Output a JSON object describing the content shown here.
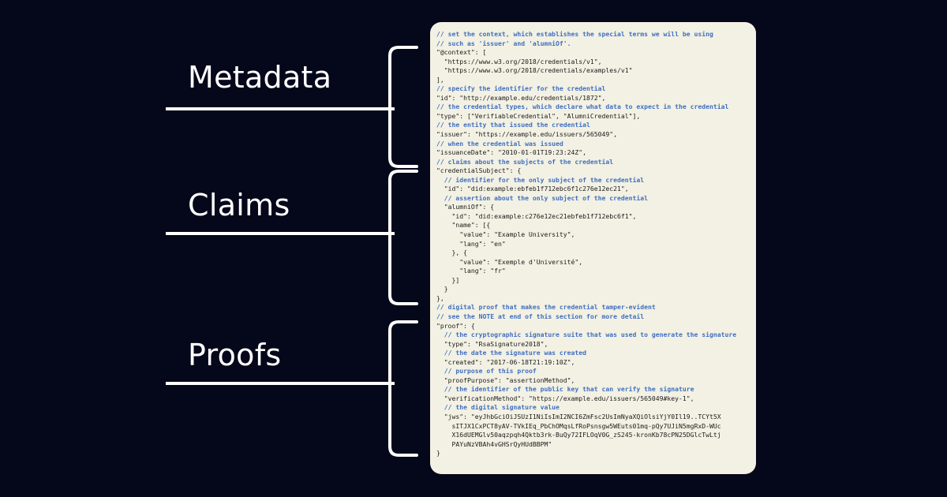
{
  "sections": {
    "metadata_label": "Metadata",
    "claims_label": "Claims",
    "proofs_label": "Proofs"
  },
  "colors": {
    "background": "#05071a",
    "label": "#ffffff",
    "card": "#f3f1e3",
    "comment": "#3f6fc0",
    "code": "#1b1b1b"
  },
  "code_lines": [
    {
      "type": "comment",
      "text": "// set the context, which establishes the special terms we will be using"
    },
    {
      "type": "comment",
      "text": "// such as 'issuer' and 'alumniOf'."
    },
    {
      "type": "code",
      "text": "\"@context\": ["
    },
    {
      "type": "code",
      "text": "  \"https://www.w3.org/2018/credentials/v1\","
    },
    {
      "type": "code",
      "text": "  \"https://www.w3.org/2018/credentials/examples/v1\""
    },
    {
      "type": "code",
      "text": "],"
    },
    {
      "type": "comment",
      "text": "// specify the identifier for the credential"
    },
    {
      "type": "code",
      "text": "\"id\": \"http://example.edu/credentials/1872\","
    },
    {
      "type": "comment",
      "text": "// the credential types, which declare what data to expect in the credential"
    },
    {
      "type": "code",
      "text": "\"type\": [\"VerifiableCredential\", \"AlumniCredential\"],"
    },
    {
      "type": "comment",
      "text": "// the entity that issued the credential"
    },
    {
      "type": "code",
      "text": "\"issuer\": \"https://example.edu/issuers/565049\","
    },
    {
      "type": "comment",
      "text": "// when the credential was issued"
    },
    {
      "type": "code",
      "text": "\"issuanceDate\": \"2010-01-01T19:23:24Z\","
    },
    {
      "type": "comment",
      "text": "// claims about the subjects of the credential"
    },
    {
      "type": "code",
      "text": "\"credentialSubject\": {"
    },
    {
      "type": "comment",
      "text": "  // identifier for the only subject of the credential"
    },
    {
      "type": "code",
      "text": "  \"id\": \"did:example:ebfeb1f712ebc6f1c276e12ec21\","
    },
    {
      "type": "comment",
      "text": "  // assertion about the only subject of the credential"
    },
    {
      "type": "code",
      "text": "  \"alumniOf\": {"
    },
    {
      "type": "code",
      "text": "    \"id\": \"did:example:c276e12ec21ebfeb1f712ebc6f1\","
    },
    {
      "type": "code",
      "text": "    \"name\": [{"
    },
    {
      "type": "code",
      "text": "      \"value\": \"Example University\","
    },
    {
      "type": "code",
      "text": "      \"lang\": \"en\""
    },
    {
      "type": "code",
      "text": "    }, {"
    },
    {
      "type": "code",
      "text": "      \"value\": \"Exemple d'Université\","
    },
    {
      "type": "code",
      "text": "      \"lang\": \"fr\""
    },
    {
      "type": "code",
      "text": "    }]"
    },
    {
      "type": "code",
      "text": "  }"
    },
    {
      "type": "code",
      "text": "},"
    },
    {
      "type": "comment",
      "text": "// digital proof that makes the credential tamper-evident"
    },
    {
      "type": "comment",
      "text": "// see the NOTE at end of this section for more detail"
    },
    {
      "type": "code",
      "text": "\"proof\": {"
    },
    {
      "type": "comment",
      "text": "  // the cryptographic signature suite that was used to generate the signature"
    },
    {
      "type": "code",
      "text": "  \"type\": \"RsaSignature2018\","
    },
    {
      "type": "comment",
      "text": "  // the date the signature was created"
    },
    {
      "type": "code",
      "text": "  \"created\": \"2017-06-18T21:19:10Z\","
    },
    {
      "type": "comment",
      "text": "  // purpose of this proof"
    },
    {
      "type": "code",
      "text": "  \"proofPurpose\": \"assertionMethod\","
    },
    {
      "type": "comment",
      "text": "  // the identifier of the public key that can verify the signature"
    },
    {
      "type": "code",
      "text": "  \"verificationMethod\": \"https://example.edu/issuers/565049#key-1\","
    },
    {
      "type": "comment",
      "text": "  // the digital signature value"
    },
    {
      "type": "code",
      "text": "  \"jws\": \"eyJhbGciOiJSUzI1NiIsImI2NCI6ZmFsc2UsImNyaXQiOlsiYjY0Il19..TCYt5X"
    },
    {
      "type": "code",
      "text": "    sITJX1CxPCT8yAV-TVkIEq_PbChOMqsLfRoPsnsgw5WEuts01mq-pQy7UJiN5mgRxD-WUc"
    },
    {
      "type": "code",
      "text": "    X16dUEMGlv50aqzpqh4Qktb3rk-BuQy72IFLOqV0G_zS245-kronKb78cPN25DGlcTwLtj"
    },
    {
      "type": "code",
      "text": "    PAYuNzVBAh4vGHSrQyHUdBBPM\""
    },
    {
      "type": "code",
      "text": "}"
    }
  ]
}
